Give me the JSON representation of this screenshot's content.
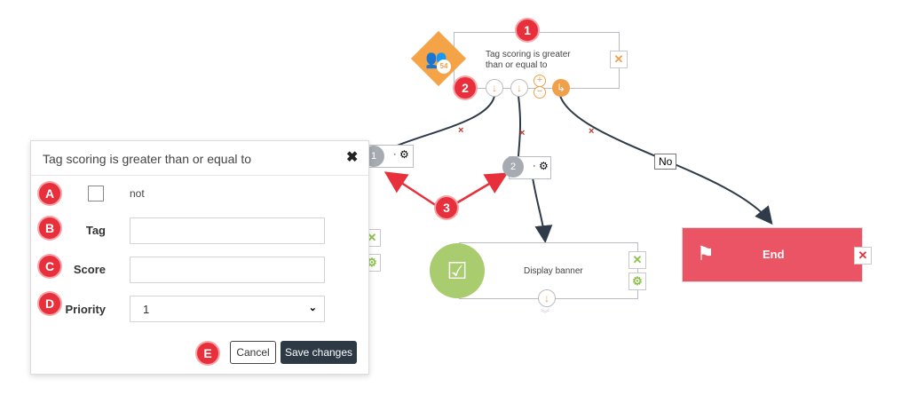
{
  "colors": {
    "accent_orange": "#f0a04b",
    "marker_red": "#e8303c",
    "end_node": "#ea5465",
    "display_green": "#a9cc6e",
    "primary_button": "#2d3a46",
    "line": "#2f3b48"
  },
  "markers": {
    "m1": "1",
    "m2": "2",
    "m3": "3",
    "mA": "A",
    "mB": "B",
    "mC": "C",
    "mD": "D",
    "mE": "E"
  },
  "condition_node": {
    "title": "Tag scoring is greater than or equal to",
    "icon": "users-score-icon",
    "icon_badge": "54",
    "close_icon": "close-icon"
  },
  "branch_nodes": {
    "b1_number": "1",
    "b2_number": "2",
    "dot": "·"
  },
  "no_label": "No",
  "display_node": {
    "title": "Display banner",
    "icon": "banner-check-icon"
  },
  "end_node": {
    "title": "End",
    "icon": "flag-icon"
  },
  "dialog": {
    "title": "Tag scoring is greater than or equal to",
    "not_label": "not",
    "tag_label": "Tag",
    "tag_value": "",
    "score_label": "Score",
    "score_value": "",
    "priority_label": "Priority",
    "priority_value": "1",
    "cancel_label": "Cancel",
    "save_label": "Save changes"
  }
}
